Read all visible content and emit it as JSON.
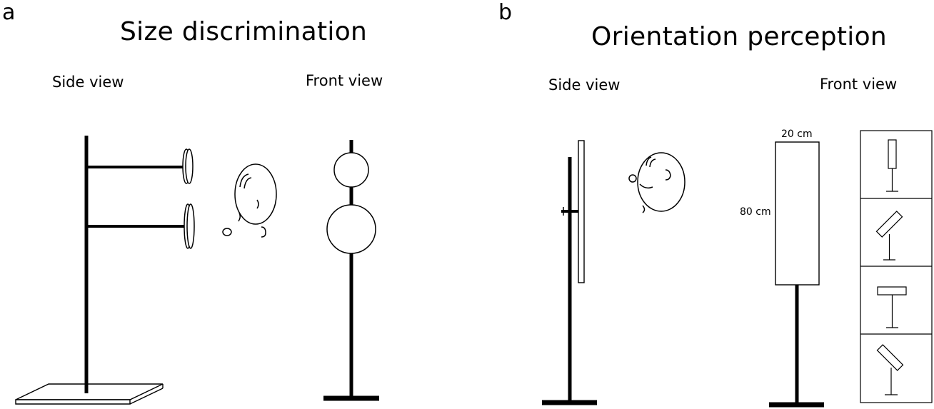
{
  "panel_a": {
    "letter": "a",
    "title": "Size discrimination",
    "side_view_label": "Side view",
    "front_view_label": "Front view"
  },
  "panel_b": {
    "letter": "b",
    "title": "Orientation perception",
    "side_view_label": "Side view",
    "front_view_label": "Front view",
    "width_label": "20 cm",
    "height_label": "80 cm",
    "orientations": [
      {
        "value": "0",
        "unit": "o"
      },
      {
        "value": "45",
        "unit": "o"
      },
      {
        "value": "90",
        "unit": "o"
      },
      {
        "value": "135",
        "unit": "o"
      }
    ]
  },
  "colors": {
    "ink": "#000000",
    "background": "#ffffff"
  }
}
